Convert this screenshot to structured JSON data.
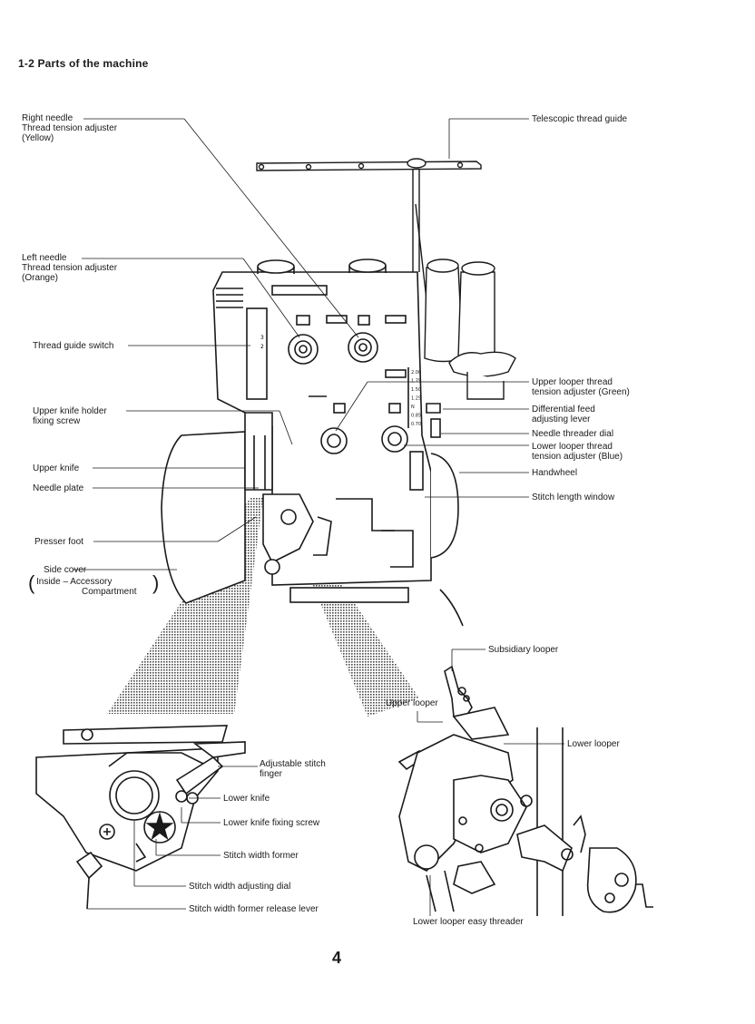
{
  "title": "1-2  Parts of the machine",
  "page_number": "4",
  "labels": {
    "right_needle": [
      "Right needle",
      "Thread tension adjuster",
      "(Yellow)"
    ],
    "left_needle": [
      "Left needle",
      "Thread tension adjuster",
      "(Orange)"
    ],
    "thread_guide_switch": "Thread guide switch",
    "upper_knife_holder": [
      "Upper knife holder",
      "fixing screw"
    ],
    "upper_knife": "Upper knife",
    "needle_plate": "Needle plate",
    "presser_foot": "Presser foot",
    "side_cover": [
      "Side cover",
      "Inside – Accessory",
      "Compartment"
    ],
    "telescopic_thread_guide": "Telescopic thread guide",
    "upper_looper_tension": [
      "Upper looper thread",
      "tension adjuster (Green)"
    ],
    "differential_feed": [
      "Differential feed",
      "adjusting lever"
    ],
    "needle_threader_dial": "Needle threader dial",
    "lower_looper_tension": [
      "Lower looper thread",
      "tension adjuster (Blue)"
    ],
    "handwheel": "Handwheel",
    "stitch_length_window": "Stitch length window",
    "subsidiary_looper": "Subsidiary looper",
    "upper_looper": "Upper looper",
    "lower_looper": "Lower looper",
    "lower_looper_easy_threader": "Lower looper easy threader",
    "adjustable_stitch_finger": [
      "Adjustable stitch",
      "finger"
    ],
    "lower_knife": "Lower knife",
    "lower_knife_fixing_screw": "Lower knife fixing screw",
    "stitch_width_former": "Stitch width former",
    "stitch_width_adjusting_dial": "Stitch width adjusting dial",
    "stitch_width_former_release_lever": "Stitch width former release lever"
  },
  "stitch_scale": [
    "2.00",
    "1.75",
    "1.50",
    "1.25",
    "N",
    "0.85",
    "0.70"
  ],
  "dial_marks": [
    "3",
    "2"
  ]
}
